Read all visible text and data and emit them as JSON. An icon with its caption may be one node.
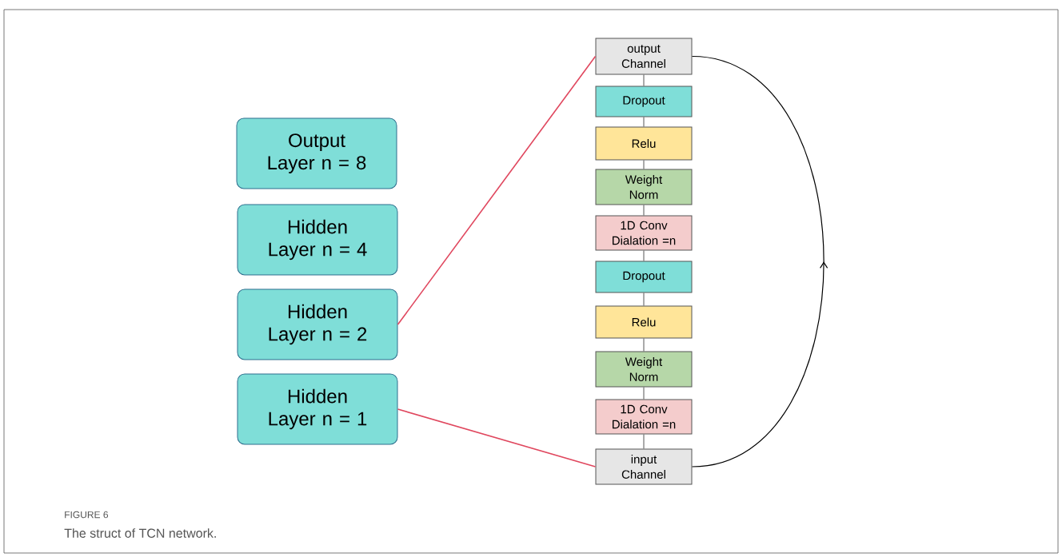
{
  "diagram": {
    "caption": "The struct of TCN network.",
    "nodes": [
      {
        "text": [
          "Output Layer n = 8"
        ]
      },
      {
        "text": [
          "Hidden Layer n = 4"
        ]
      },
      {
        "text": [
          "Hidden Layer n = 2"
        ]
      },
      {
        "text": [
          "Hidden Layer n = 1"
        ]
      },
      {
        "text": [
          "output Channel"
        ]
      },
      {
        "text": [
          "Dropout"
        ]
      },
      {
        "text": [
          "Relu"
        ]
      },
      {
        "text": [
          "Weight Norm"
        ]
      },
      {
        "text": [
          "1D Conv Dialation =n"
        ]
      },
      {
        "text": [
          "Dropout"
        ]
      },
      {
        "text": [
          "Relu"
        ]
      },
      {
        "text": [
          "Weight Norm"
        ]
      },
      {
        "text": [
          "1D Conv Dialation =n"
        ]
      },
      {
        "text": [
          "input Channel"
        ]
      }
    ],
    "edges": [
      {
        "from": 4,
        "to": 5,
        "arrow": "none"
      },
      {
        "from": 5,
        "to": 6,
        "arrow": "none"
      },
      {
        "from": 6,
        "to": 7,
        "arrow": "none"
      },
      {
        "from": 7,
        "to": 8,
        "arrow": "none"
      },
      {
        "from": 8,
        "to": 9,
        "arrow": "none"
      },
      {
        "from": 9,
        "to": 10,
        "arrow": "none"
      },
      {
        "from": 10,
        "to": 11,
        "arrow": "none"
      },
      {
        "from": 11,
        "to": 12,
        "arrow": "none"
      },
      {
        "from": 12,
        "to": 13,
        "arrow": "none"
      },
      {
        "from": 2,
        "to": 4,
        "arrow": "none",
        "color": "#e0475e"
      },
      {
        "from": 3,
        "to": 13,
        "arrow": "none",
        "color": "#e0475e"
      },
      {
        "from": 13,
        "to": 4,
        "arrow": "to",
        "color": "#000000"
      }
    ],
    "labels": [
      "FIGURE 6"
    ]
  }
}
